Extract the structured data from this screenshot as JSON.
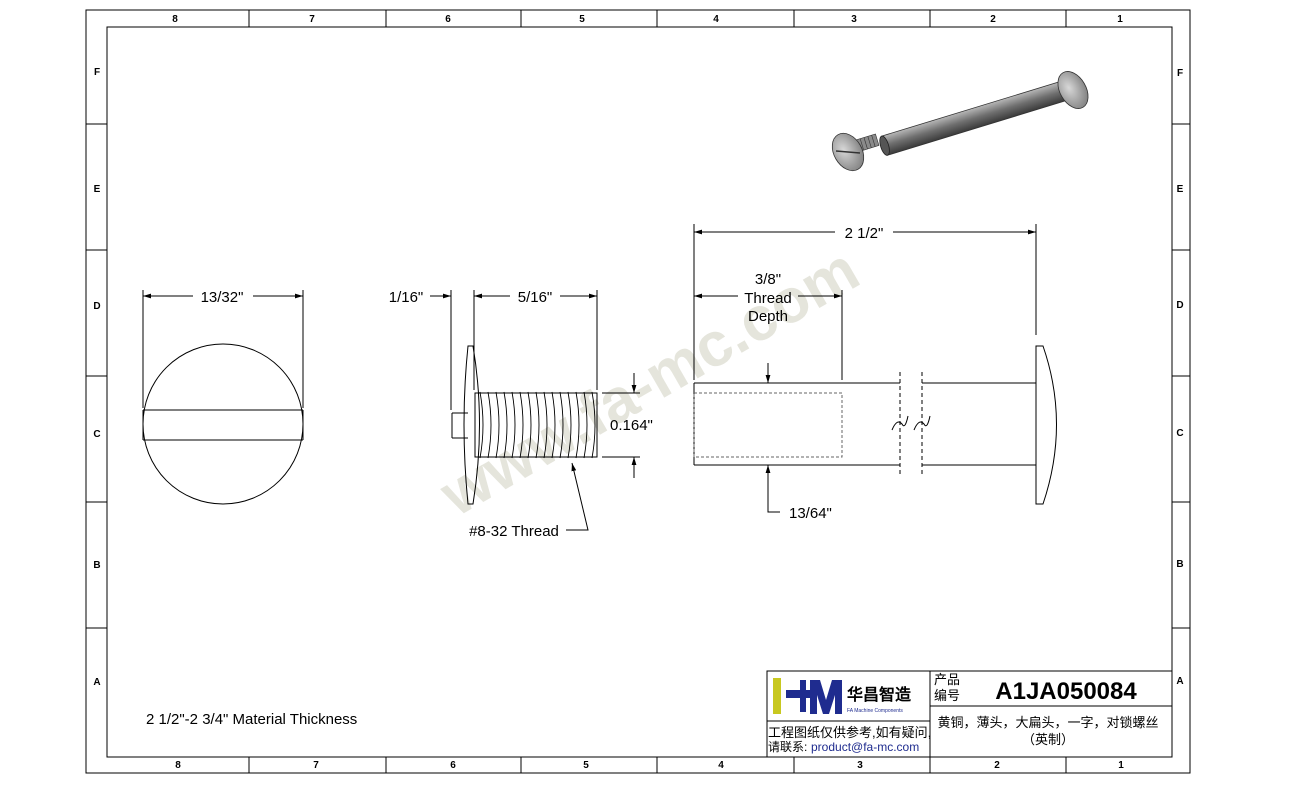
{
  "border": {
    "columns": [
      "8",
      "7",
      "6",
      "5",
      "4",
      "3",
      "2",
      "1"
    ],
    "rows": [
      "F",
      "E",
      "D",
      "C",
      "B",
      "A"
    ]
  },
  "views": {
    "head_end": {
      "dim_diameter": "13/32\""
    },
    "screw_side": {
      "dim_head": "1/16\"",
      "dim_length": "5/16\"",
      "dim_thread_dia": "0.164\"",
      "thread_note": "#8-32 Thread"
    },
    "post_side": {
      "dim_total": "2 1/2\"",
      "thread_depth_lines": [
        "3/8\"",
        "Thread",
        "Depth"
      ],
      "dim_post_dia": "13/64\""
    }
  },
  "watermark": "www.fa-mc.com",
  "material_note": "2 1/2\"-2 3/4\" Material Thickness",
  "title_block": {
    "logo_brand": "华昌智造",
    "logo_sub": "FA Machine Components",
    "notice_line1": "工程图纸仅供参考,如有疑问,",
    "notice_prefix": "请联系:",
    "notice_email": "product@fa-mc.com",
    "part_no_label_1": "产品",
    "part_no_label_2": "编号",
    "part_no": "A1JA050084",
    "desc_line1": "黄铜，薄头，大扁头，一字，对锁螺丝",
    "desc_line2": "（英制）"
  },
  "colors": {
    "accent": "#1f2c8f",
    "logo_green": "#c8c820",
    "email": "#1f2c8f"
  }
}
